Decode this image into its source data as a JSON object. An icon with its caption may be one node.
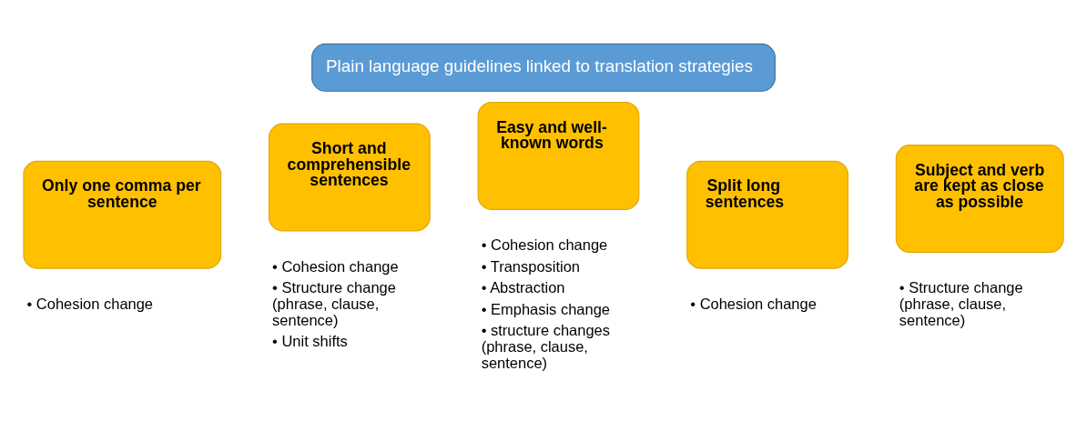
{
  "diagram": {
    "title": "Plain language guidelines linked to translation strategies",
    "nodes": [
      {
        "text": [
          "Only one comma per sentence"
        ],
        "beside": [
          "• Cohesion change"
        ]
      },
      {
        "text": [
          "Short and comprehensible sentences"
        ],
        "beside": [
          "• Cohesion change",
          "• Structure change (phrase, clause, sentence)",
          "• Unit shifts"
        ]
      },
      {
        "text": [
          "Easy and well-known words"
        ],
        "beside": [
          "• Cohesion change",
          "• Transposition",
          "• Abstraction",
          "• Emphasis change",
          "• structure changes (phrase, clause, sentence)"
        ]
      },
      {
        "text": [
          "Split long sentences"
        ],
        "beside": [
          "• Cohesion change"
        ]
      },
      {
        "text": [
          "Subject and verb are kept as close as possible"
        ],
        "beside": [
          "• Structure change (phrase, clause, sentence)"
        ]
      }
    ],
    "edges": []
  }
}
